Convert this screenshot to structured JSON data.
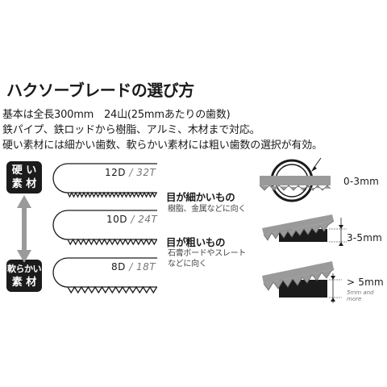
{
  "title": "ハクソーブレードの選び方",
  "intro": [
    "基本は全長300mm　24山(25mmあたりの歯数)",
    "鉄パイプ、鉄ロッドから樹脂、アルミ、木材まで対応。",
    "硬い素材には細かい歯数、軟らかい素材には粗い歯数の選択が有効。"
  ],
  "hard_label": [
    "硬 い",
    "素 材"
  ],
  "soft_label": [
    "軟らかい",
    "素 材"
  ],
  "blades": [
    {
      "d": "12D",
      "sep": " / ",
      "t": "32T"
    },
    {
      "d": "10D",
      "sep": " / ",
      "t": "24T"
    },
    {
      "d": "8D",
      "sep": " / ",
      "t": "18T"
    }
  ],
  "fine": {
    "heading": "目が細かいもの",
    "sub": "樹脂、金属などに向く"
  },
  "coarse": {
    "heading": "目が粗いもの",
    "sub": [
      "石膏ボードやスレート",
      "などに向く"
    ]
  },
  "thickness": [
    {
      "label": "0-3mm"
    },
    {
      "label": "3-5mm"
    },
    {
      "label": "> 5mm",
      "sub": "5mm and more"
    }
  ],
  "colors": {
    "dark": "#1b1b1b",
    "blade_gray": "#8a8a8a",
    "arrow": "#9a9a9a"
  }
}
